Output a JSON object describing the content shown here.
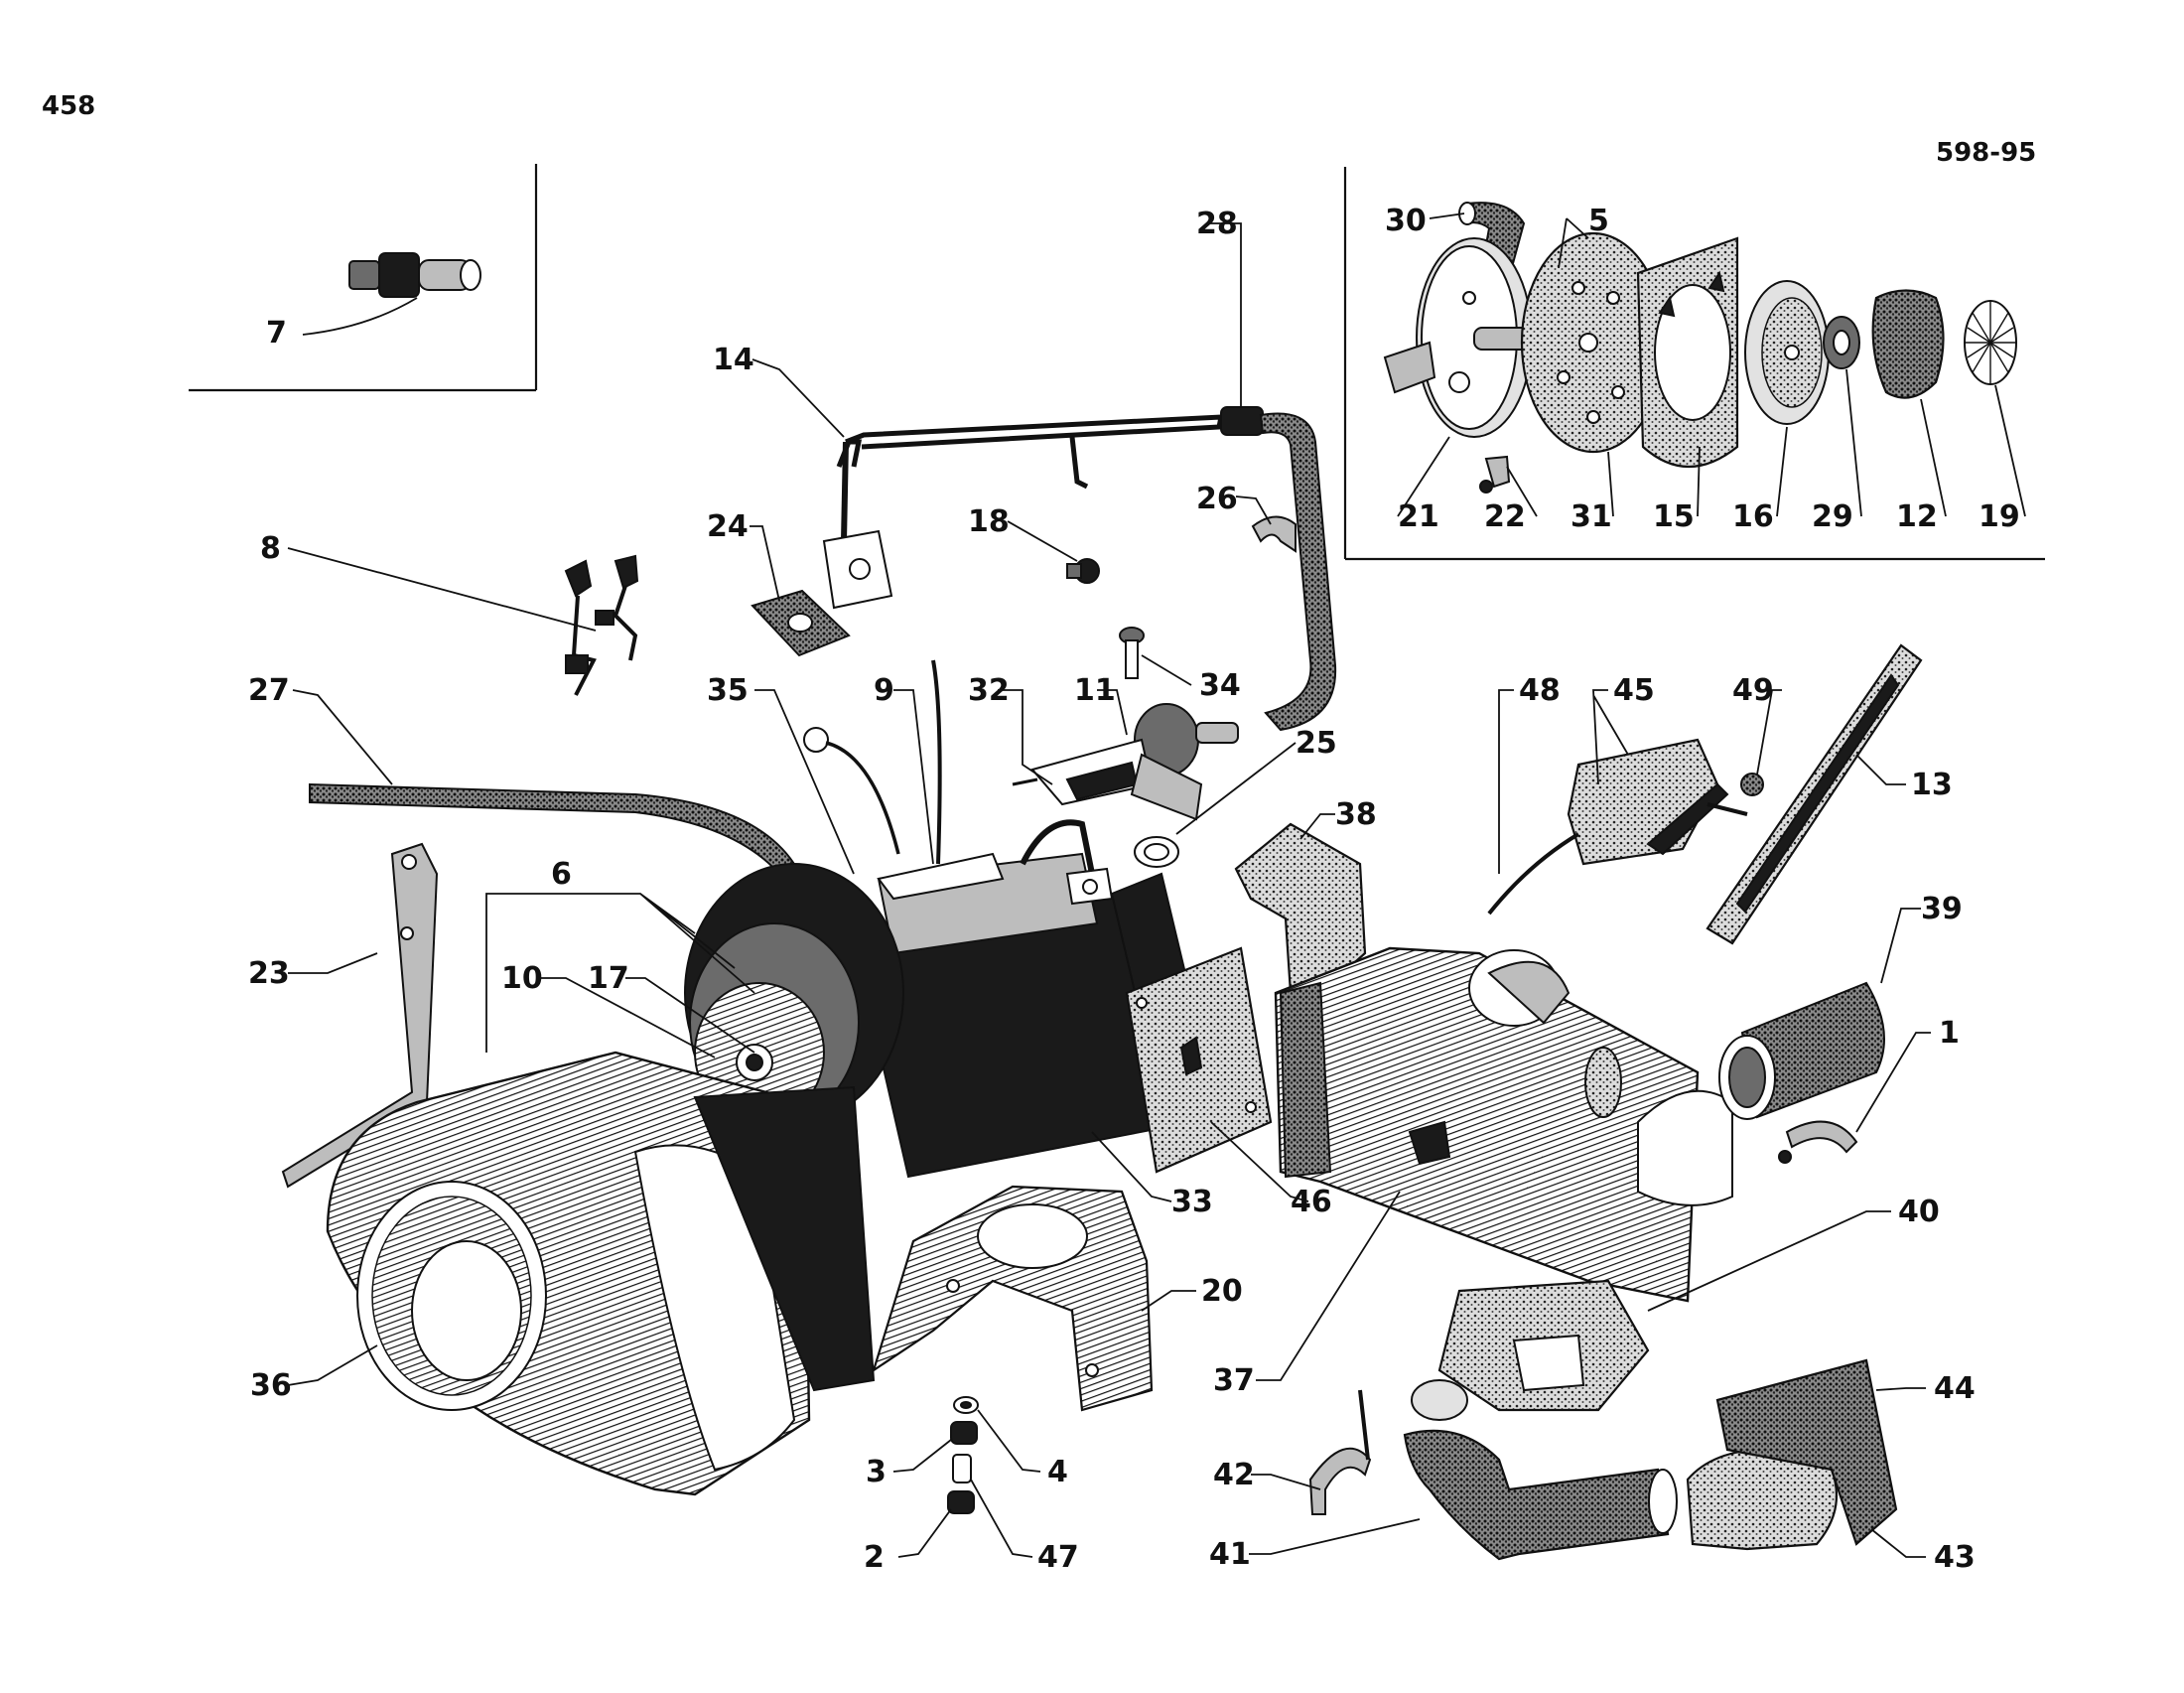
{
  "page": {
    "number": "458",
    "figure_code": "598-95"
  },
  "labels": {
    "l1": "1",
    "l2": "2",
    "l3": "3",
    "l4": "4",
    "l5": "5",
    "l6": "6",
    "l7": "7",
    "l8": "8",
    "l9": "9",
    "l10": "10",
    "l11": "11",
    "l12": "12",
    "l13": "13",
    "l14": "14",
    "l15": "15",
    "l16": "16",
    "l17": "17",
    "l18": "18",
    "l19": "19",
    "l20": "20",
    "l21": "21",
    "l22": "22",
    "l23": "23",
    "l24": "24",
    "l25": "25",
    "l26": "26",
    "l27": "27",
    "l28": "28",
    "l29": "29",
    "l30": "30",
    "l31": "31",
    "l32": "32",
    "l33": "33",
    "l34": "34",
    "l35": "35",
    "l36": "36",
    "l37": "37",
    "l38": "38",
    "l39": "39",
    "l40": "40",
    "l41": "41",
    "l42": "42",
    "l43": "43",
    "l44": "44",
    "l45": "45",
    "l46": "46",
    "l47": "47",
    "l48": "48",
    "l49": "49"
  }
}
